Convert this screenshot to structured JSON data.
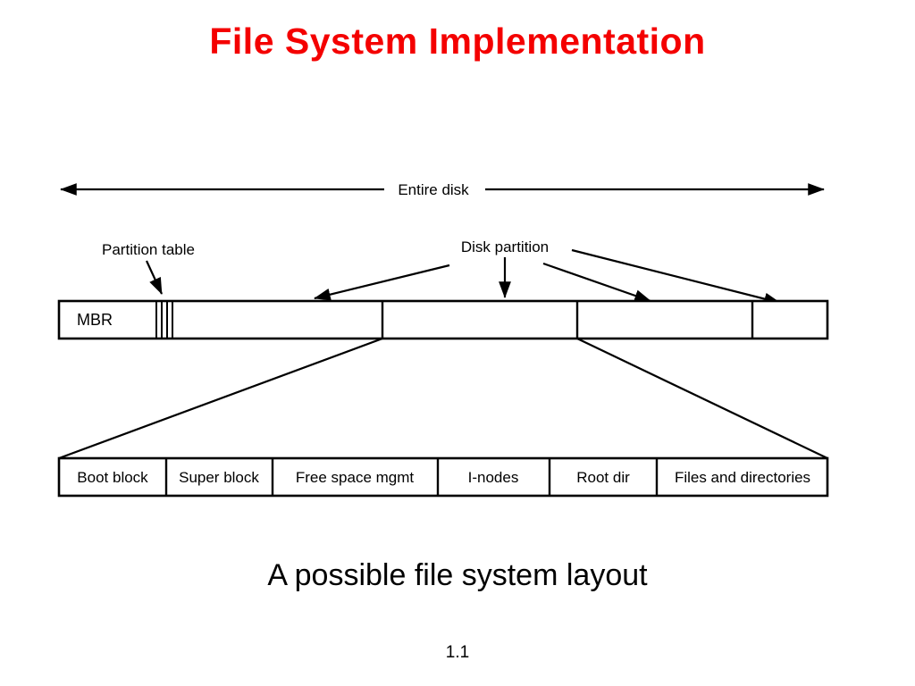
{
  "slide": {
    "title": "File System Implementation",
    "title_color": "#f40000",
    "caption": "A possible file system layout",
    "page_number": "1.1"
  },
  "diagram": {
    "entire_disk_label": "Entire disk",
    "partition_table_label": "Partition table",
    "disk_partition_label": "Disk partition",
    "disk_bar": {
      "mbr_label": "MBR"
    },
    "layout_cells": [
      "Boot block",
      "Super block",
      "Free space mgmt",
      "I-nodes",
      "Root dir",
      "Files and directories"
    ]
  }
}
